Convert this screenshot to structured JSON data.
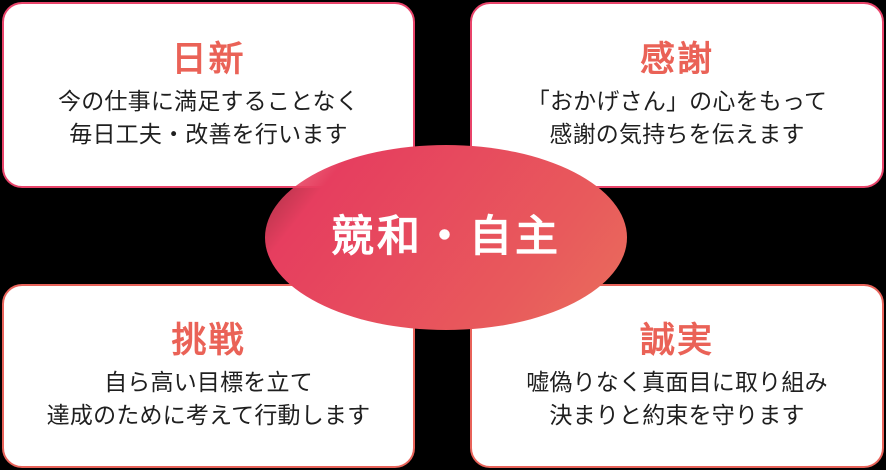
{
  "center": {
    "label": "競和・自主",
    "text_color": "#ffffff",
    "gradient_from": "#e8395e",
    "gradient_to": "#ea6f5c"
  },
  "cards": [
    {
      "position": "top-left",
      "title": "日新",
      "body": "今の仕事に満足することなく\n毎日工夫・改善を行います",
      "title_color": "#ea6257",
      "border_color": "#e8446a"
    },
    {
      "position": "top-right",
      "title": "感謝",
      "body": "「おかげさん」の心をもって\n感謝の気持ちを伝えます",
      "title_color": "#ea6257",
      "border_color": "#e8446a"
    },
    {
      "position": "bottom-left",
      "title": "挑戦",
      "body": "自ら高い目標を立て\n達成のために考えて行動します",
      "title_color": "#ea6257",
      "border_color": "#e8635a"
    },
    {
      "position": "bottom-right",
      "title": "誠実",
      "body": "嘘偽りなく真面目に取り組み\n決まりと約束を守ります",
      "title_color": "#ea6257",
      "border_color": "#e8635a"
    }
  ]
}
